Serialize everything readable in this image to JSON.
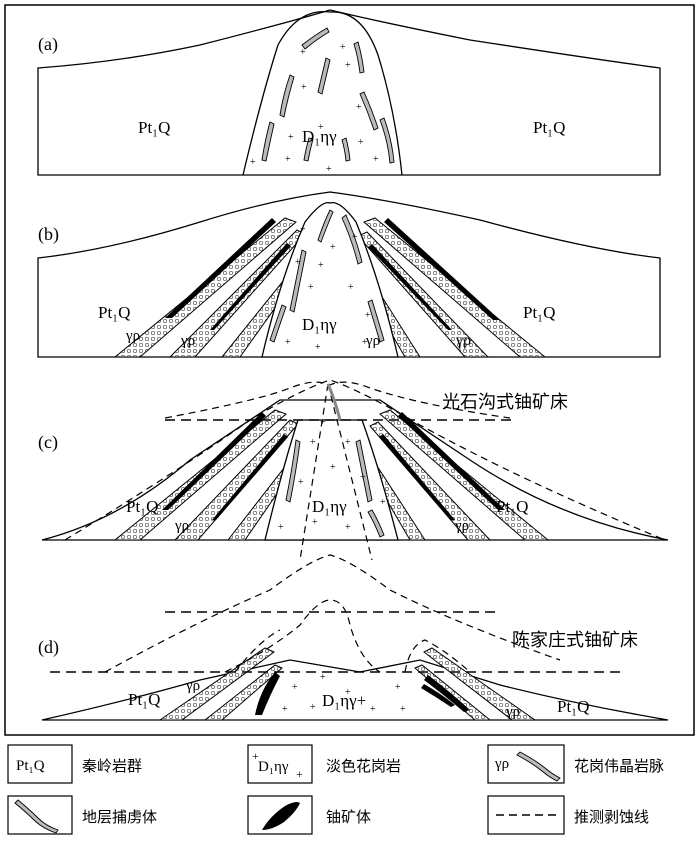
{
  "panels": {
    "a": {
      "label": "(a)",
      "left_unit": "Pt₁Q",
      "right_unit": "Pt₁Q",
      "intrusion": "D₁ηγ"
    },
    "b": {
      "label": "(b)",
      "left_unit": "Pt₁Q",
      "right_unit": "Pt₁Q",
      "intrusion": "D₁ηγ",
      "pegmatite_labels": [
        "γρ",
        "γρ",
        "γρ",
        "γρ"
      ]
    },
    "c": {
      "label": "(c)",
      "left_unit": "Pt₁Q",
      "right_unit": "Pt₁Q",
      "intrusion": "D₁ηγ",
      "pegmatite_labels": [
        "γρ",
        "γρ"
      ],
      "deposit_label": "光石沟式铀矿床"
    },
    "d": {
      "label": "(d)",
      "left_unit": "Pt₁Q",
      "right_unit": "Pt₁Q",
      "intrusion": "D₁ηγ+",
      "pegmatite_labels": [
        "γρ",
        "γρ"
      ],
      "deposit_label": "陈家庄式铀矿床"
    }
  },
  "legend": [
    {
      "symbol": "Pt₁Q",
      "text": "秦岭岩群"
    },
    {
      "symbol": "D₁ηγ",
      "text": "淡色花岗岩"
    },
    {
      "symbol": "γρ",
      "text": "花岗伟晶岩脉"
    },
    {
      "symbol": "",
      "text": "地层捕虏体"
    },
    {
      "symbol": "",
      "text": "铀矿体"
    },
    {
      "symbol": "",
      "text": "推测剥蚀线"
    }
  ]
}
